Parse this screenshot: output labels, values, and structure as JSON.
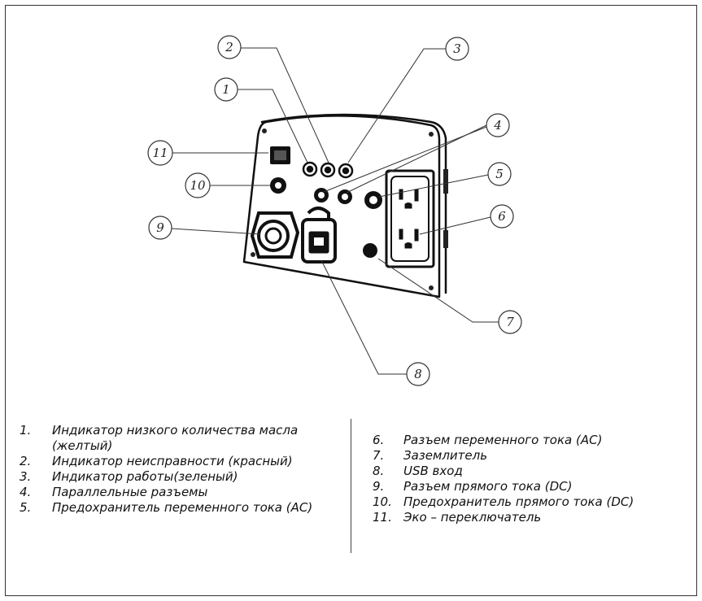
{
  "callouts": [
    "1",
    "2",
    "3",
    "4",
    "5",
    "6",
    "7",
    "8",
    "9",
    "10",
    "11"
  ],
  "legend_left": [
    {
      "num": "1.",
      "text": "Индикатор низкого количества масла  (желтый)"
    },
    {
      "num": "2.",
      "text": "Индикатор неисправности (красный)"
    },
    {
      "num": "3.",
      "text": "Индикатор работы(зеленый)"
    },
    {
      "num": "4.",
      "text": "Параллельные разъемы"
    },
    {
      "num": "5.",
      "text": "Предохранитель переменного тока (AC)"
    }
  ],
  "legend_right": [
    {
      "num": "6.",
      "text": "Разъем переменного тока (AC)"
    },
    {
      "num": "7.",
      "text": "Заземлитель"
    },
    {
      "num": "8.",
      "text": "USB вход"
    },
    {
      "num": "9.",
      "text": "Разъем прямого тока (DC)"
    },
    {
      "num": "10.",
      "text": "Предохранитель прямого тока (DC)"
    },
    {
      "num": "11.",
      "text": "Эко – переключатель"
    }
  ]
}
